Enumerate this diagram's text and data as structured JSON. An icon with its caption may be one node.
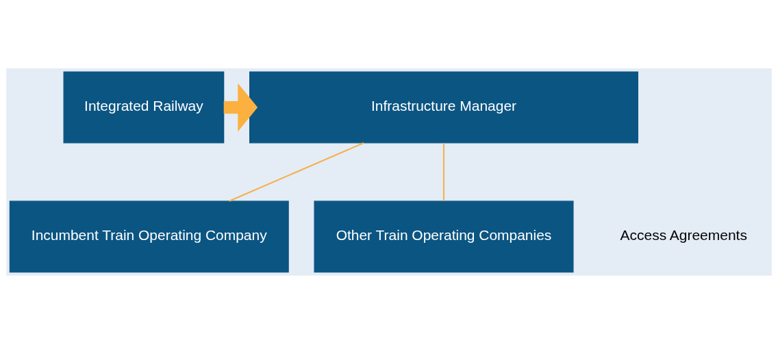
{
  "diagram": {
    "nodes": [
      {
        "text": [
          "Integrated Railway"
        ]
      },
      {
        "text": [
          "Infrastructure Manager"
        ]
      },
      {
        "text": [
          "Incumbent Train Operating Company"
        ]
      },
      {
        "text": [
          "Other Train Operating Companies"
        ]
      }
    ],
    "edges": [
      {
        "from": 0,
        "to": 1,
        "arrow": "to",
        "style": "thick"
      },
      {
        "from": 1,
        "to": 2,
        "arrow": "none"
      },
      {
        "from": 1,
        "to": 3,
        "arrow": "none"
      }
    ],
    "labels": [
      "Access Agreements"
    ]
  }
}
